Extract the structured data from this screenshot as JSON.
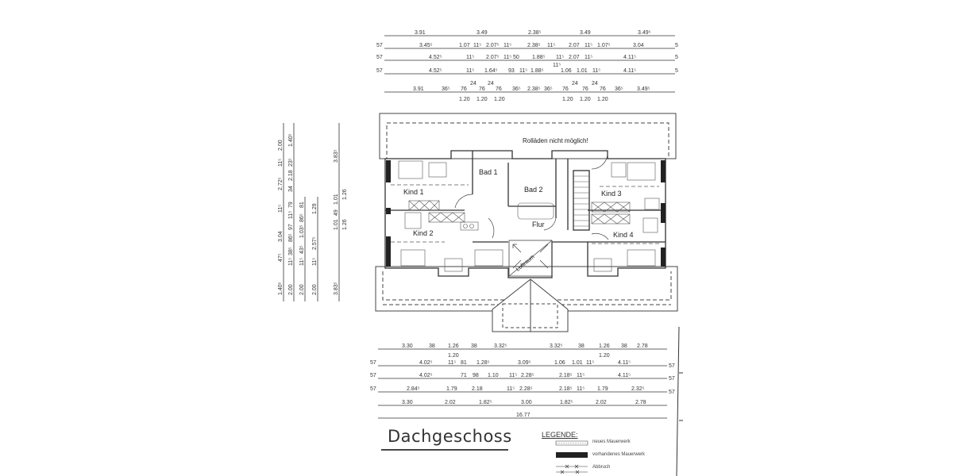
{
  "drawing": {
    "title": "Dachgeschoss",
    "note_top": "Rolläden nicht möglich!",
    "rooms": [
      {
        "label": "Kind 1"
      },
      {
        "label": "Kind 2"
      },
      {
        "label": "Kind 3"
      },
      {
        "label": "Kind 4"
      },
      {
        "label": "Bad 1"
      },
      {
        "label": "Bad 2"
      },
      {
        "label": "Flur"
      },
      {
        "label": "Luftraum"
      }
    ],
    "dimensions_top": {
      "row1": [
        "3.91",
        "3.49",
        "2.38⁵",
        "3.49",
        "3.49⁵"
      ],
      "row2": [
        "57",
        "3.45⁵",
        "1.07",
        "11⁵",
        "2.07⁵",
        "11⁵",
        "2.38⁵",
        "11⁵",
        "2.07",
        "11⁵",
        "1.07⁵",
        "3.04",
        "5"
      ],
      "row3": [
        "57",
        "4.52⁵",
        "11⁵",
        "2.07⁵",
        "11⁵",
        "50",
        "1.88⁵",
        "11⁵",
        "2.07",
        "11⁵",
        "4.11⁵",
        "5"
      ],
      "row4": [
        "57",
        "4.52⁵",
        "11⁵",
        "1.64⁵",
        "93",
        "11⁵",
        "1.88⁵",
        "11⁵",
        "1.06",
        "1.01",
        "11⁵",
        "4.11⁵",
        "5"
      ],
      "row5": [
        "3.91",
        "36⁵",
        "76",
        "24",
        "76",
        "24",
        "76",
        "36⁵",
        "2.38⁵",
        "36⁵",
        "76",
        "24",
        "76",
        "24",
        "76",
        "36⁵",
        "3.49⁵"
      ],
      "row5_sub": [
        "1.20",
        "1.20",
        "1.20",
        "1.20",
        "1.20",
        "1.20"
      ]
    },
    "dimensions_bottom": {
      "row1": [
        "3.30",
        "38",
        "1.26",
        "38",
        "3.32⁵",
        "3.32⁵",
        "38",
        "1.26",
        "38",
        "2.78"
      ],
      "row1_sub": [
        "1.20",
        "1.20"
      ],
      "row2": [
        "57",
        "4.02⁵",
        "11⁵",
        "81",
        "1.28⁵",
        "3.09⁵",
        "1.06",
        "1.01",
        "11⁵",
        "4.11⁵",
        "57"
      ],
      "row3": [
        "57",
        "4.02⁵",
        "71",
        "98",
        "1.10",
        "11⁵",
        "2.28⁵",
        "2.18⁵",
        "11⁵",
        "4.11⁵",
        "57"
      ],
      "row4": [
        "57",
        "2.84⁵",
        "1.79",
        "2.18",
        "11⁵",
        "2.28⁵",
        "2.18⁵",
        "11⁵",
        "1.79",
        "2.32⁵",
        "57"
      ],
      "row5": [
        "3.30",
        "2.02",
        "1.82⁵",
        "3.00",
        "1.82⁵",
        "2.02",
        "2.78"
      ],
      "total": "16.77"
    },
    "dimensions_left": {
      "col1": [
        "1.40⁵",
        "47⁵",
        "3.04",
        "11⁵",
        "2.72⁵",
        "11⁵",
        "2.00"
      ],
      "col2": [
        "2.00",
        "11⁵",
        "38⁵",
        "86⁵",
        "97",
        "11⁵",
        "79",
        "34",
        "2.18",
        "23⁵",
        "1.40⁵"
      ],
      "col3": [
        "2.00",
        "11⁵",
        "43⁵",
        "1.03⁵",
        "86⁵",
        "81"
      ],
      "col4": [
        "2.00",
        "11⁵",
        "2.57⁵",
        "1.29"
      ],
      "col5": [
        "3.83⁵",
        "1.01",
        "49",
        "1.01",
        "3.83⁵"
      ],
      "col5_sub": [
        "1.26",
        "1.26"
      ]
    }
  },
  "legend": {
    "title": "LEGENDE:",
    "items": [
      {
        "label": "neues Mauerwerk"
      },
      {
        "label": "vorhandenes Mauerwerk"
      },
      {
        "label": "Abbruch"
      }
    ]
  }
}
